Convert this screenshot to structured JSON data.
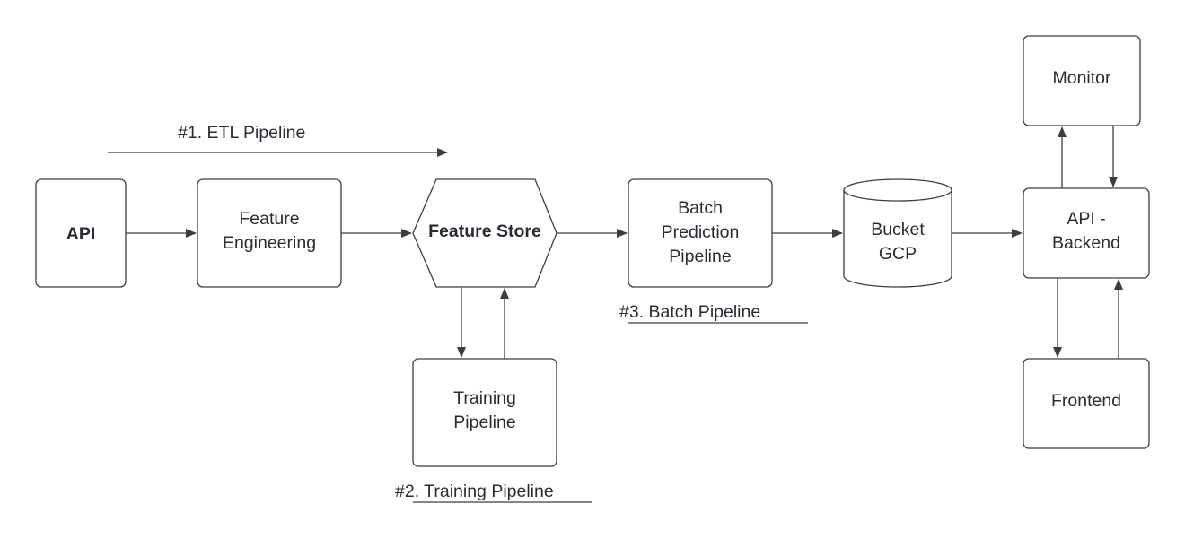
{
  "nodes": {
    "api": {
      "label": [
        "API"
      ]
    },
    "feature_engineering": {
      "label": [
        "Feature",
        "Engineering"
      ]
    },
    "feature_store": {
      "label": [
        "Feature Store"
      ]
    },
    "training_pipeline": {
      "label": [
        "Training",
        "Pipeline"
      ]
    },
    "batch_prediction": {
      "label": [
        "Batch",
        "Prediction",
        "Pipeline"
      ]
    },
    "bucket_gcp": {
      "label": [
        "Bucket",
        "GCP"
      ]
    },
    "api_backend": {
      "label": [
        "API -",
        "Backend"
      ]
    },
    "monitor": {
      "label": [
        "Monitor"
      ]
    },
    "frontend": {
      "label": [
        "Frontend"
      ]
    }
  },
  "sections": {
    "etl": "#1. ETL Pipeline",
    "training": "#2. Training Pipeline",
    "batch": "#3. Batch Pipeline"
  }
}
